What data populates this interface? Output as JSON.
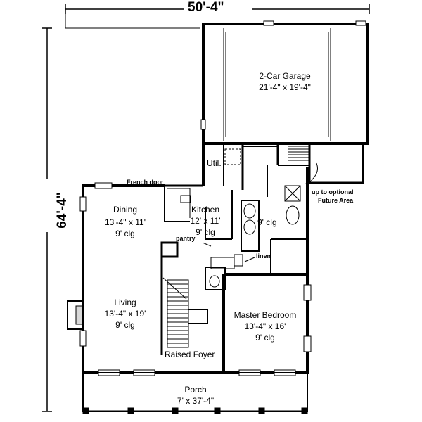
{
  "dimensions": {
    "width": "50'-4\"",
    "depth": "64'-4\""
  },
  "rooms": {
    "garage": {
      "name": "2-Car Garage",
      "size": "21'-4\" x 19'-4\""
    },
    "util": {
      "name": "Util."
    },
    "dining": {
      "name": "Dining",
      "size": "13'-4\" x 11'",
      "ceiling": "9' clg"
    },
    "kitchen": {
      "name": "Kitchen",
      "size": "12' x 11'",
      "ceiling": "9' clg"
    },
    "bath": {
      "ceiling": "9' clg"
    },
    "living": {
      "name": "Living",
      "size": "13'-4\" x 19'",
      "ceiling": "9' clg"
    },
    "master": {
      "name": "Master Bedroom",
      "size": "13'-4\" x 16'",
      "ceiling": "9' clg"
    },
    "foyer": {
      "name": "Raised Foyer"
    },
    "porch": {
      "name": "Porch",
      "size": "7' x 37'-4\""
    }
  },
  "notes": {
    "french_door": "French door",
    "pantry": "pantry",
    "linen": "linen",
    "future_line1": "up to optional",
    "future_line2": "Future Area"
  }
}
